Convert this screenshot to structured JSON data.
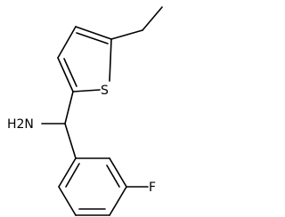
{
  "molecule": {
    "atoms": {
      "amine": "H2N",
      "sulfur": "S",
      "fluorine": "F"
    }
  }
}
